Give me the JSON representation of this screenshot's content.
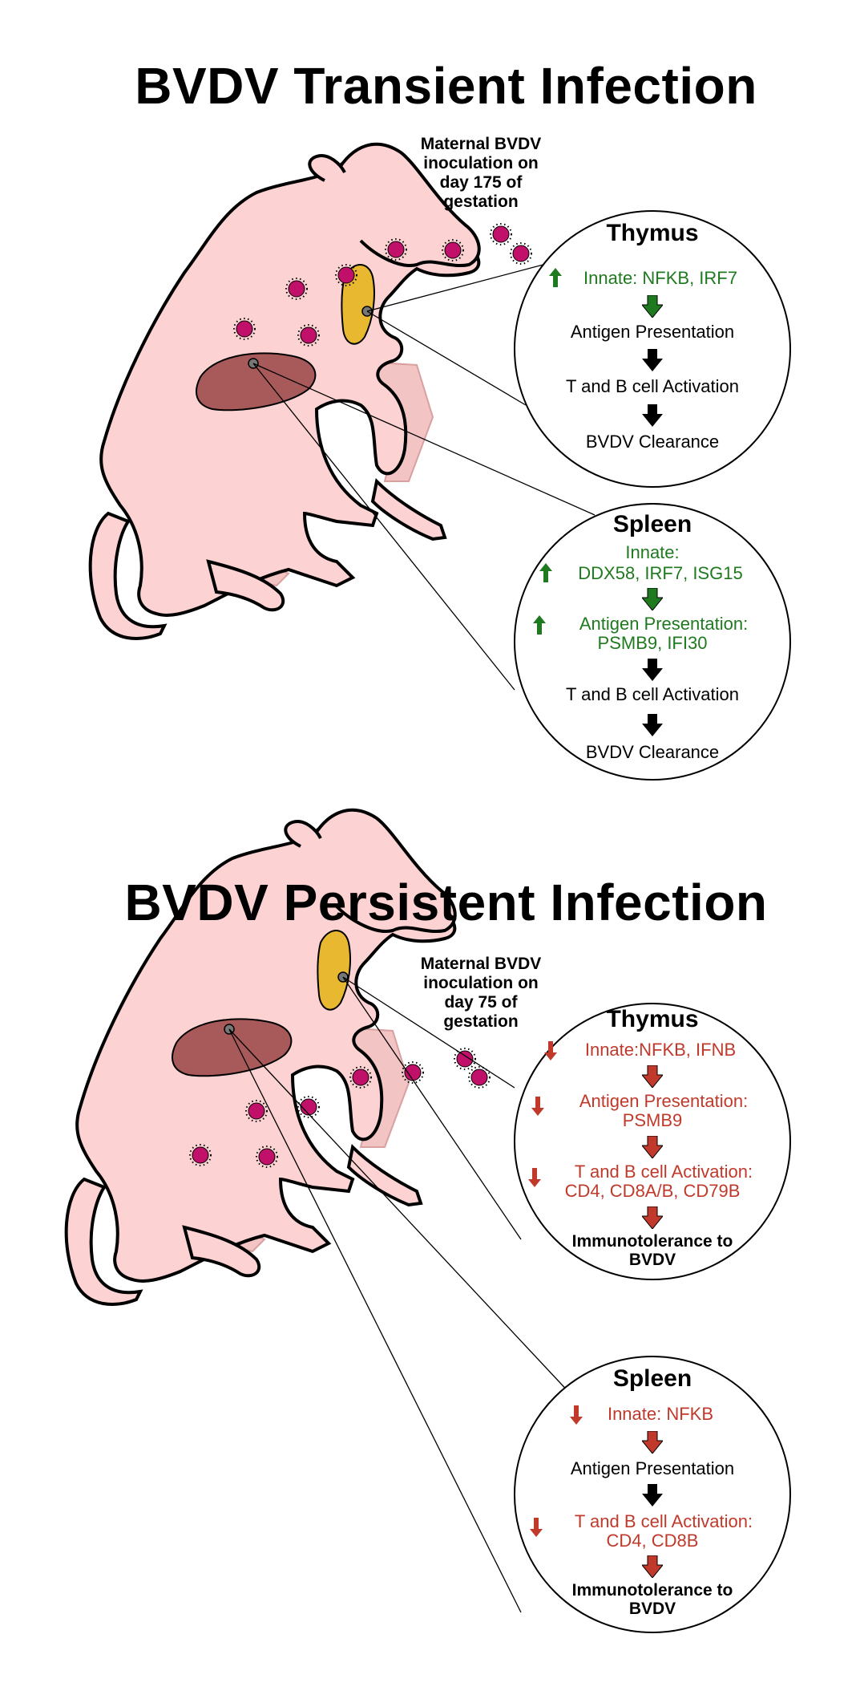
{
  "transient": {
    "title": "BVDV Transient Infection",
    "note": [
      "Maternal BVDV",
      "inoculation on",
      "day 175 of",
      "gestation"
    ],
    "thymus": {
      "title": "Thymus",
      "steps": [
        "Innate: NFKB, IRF7",
        "Antigen Presentation",
        "T and B cell Activation",
        "BVDV Clearance"
      ]
    },
    "spleen": {
      "title": "Spleen",
      "steps": [
        "Innate:",
        "DDX58, IRF7, ISG15",
        "Antigen Presentation:",
        "PSMB9, IFI30",
        "T and B cell Activation",
        "BVDV Clearance"
      ]
    }
  },
  "persistent": {
    "title": "BVDV Persistent Infection",
    "note": [
      "Maternal BVDV",
      "inoculation on",
      "day 75 of",
      "gestation"
    ],
    "thymus": {
      "title": "Thymus",
      "steps": [
        "Innate:NFKB, IFNB",
        "Antigen Presentation:",
        "PSMB9",
        "T and B cell Activation:",
        "CD4, CD8A/B, CD79B",
        "Immunotolerance to",
        "BVDV"
      ]
    },
    "spleen": {
      "title": "Spleen",
      "steps": [
        "Innate: NFKB",
        "Antigen Presentation",
        "T and B cell Activation:",
        "CD4, CD8B",
        "Immunotolerance to",
        "BVDV"
      ]
    }
  },
  "colors": {
    "body": "#fcd2d2",
    "spleen": "#a85a5a",
    "thymus": "#e8b830",
    "virus": "#c0106a",
    "up": "#1f7a1f",
    "down": "#c0392b"
  }
}
